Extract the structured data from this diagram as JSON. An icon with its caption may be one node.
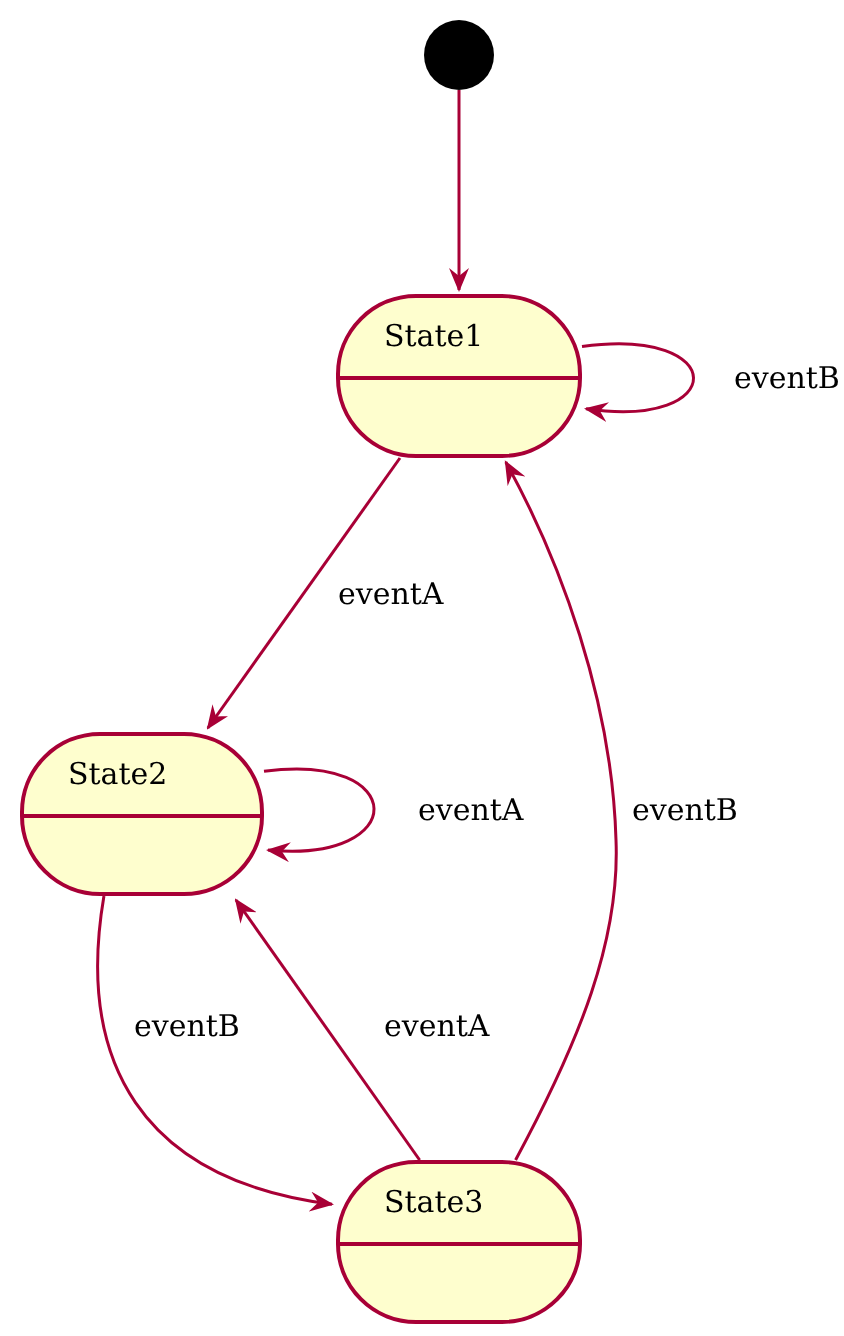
{
  "diagram": {
    "nodes": [
      {
        "text": [],
        "shape": "circle"
      },
      {
        "text": [
          "State1"
        ]
      },
      {
        "text": [
          "State2"
        ]
      },
      {
        "text": [
          "State3"
        ]
      }
    ],
    "edges": [
      {
        "from": 0,
        "to": 1,
        "arrow": "to"
      },
      {
        "from": 1,
        "to": 1,
        "arrow": "to",
        "label": "eventB"
      },
      {
        "from": 1,
        "to": 2,
        "arrow": "to",
        "label": "eventA"
      },
      {
        "from": 2,
        "to": 2,
        "arrow": "to",
        "label": "eventA"
      },
      {
        "from": 2,
        "to": 3,
        "arrow": "to",
        "label": "eventB"
      },
      {
        "from": 3,
        "to": 2,
        "arrow": "to",
        "label": "eventA"
      },
      {
        "from": 3,
        "to": 1,
        "arrow": "to",
        "label": "eventB"
      }
    ]
  }
}
